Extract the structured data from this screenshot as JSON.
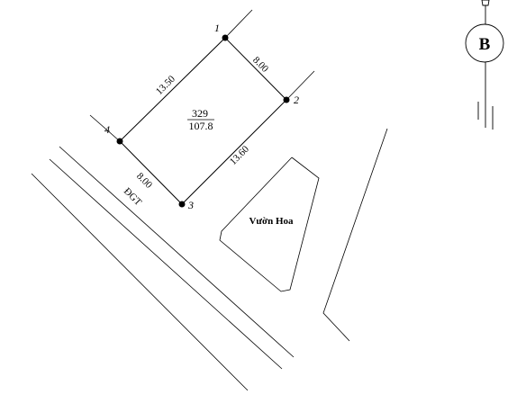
{
  "plot": {
    "number": "329",
    "area": "107.8"
  },
  "vertices": [
    "1",
    "2",
    "3",
    "4"
  ],
  "edges": {
    "e12": "8.00",
    "e23": "13.60",
    "e34": "8.00",
    "e41": "13.50"
  },
  "road_label": "ĐGT",
  "garden_label": "Vườn Hoa",
  "north_symbol": "B",
  "colors": {
    "line": "#000000",
    "background": "#ffffff"
  }
}
